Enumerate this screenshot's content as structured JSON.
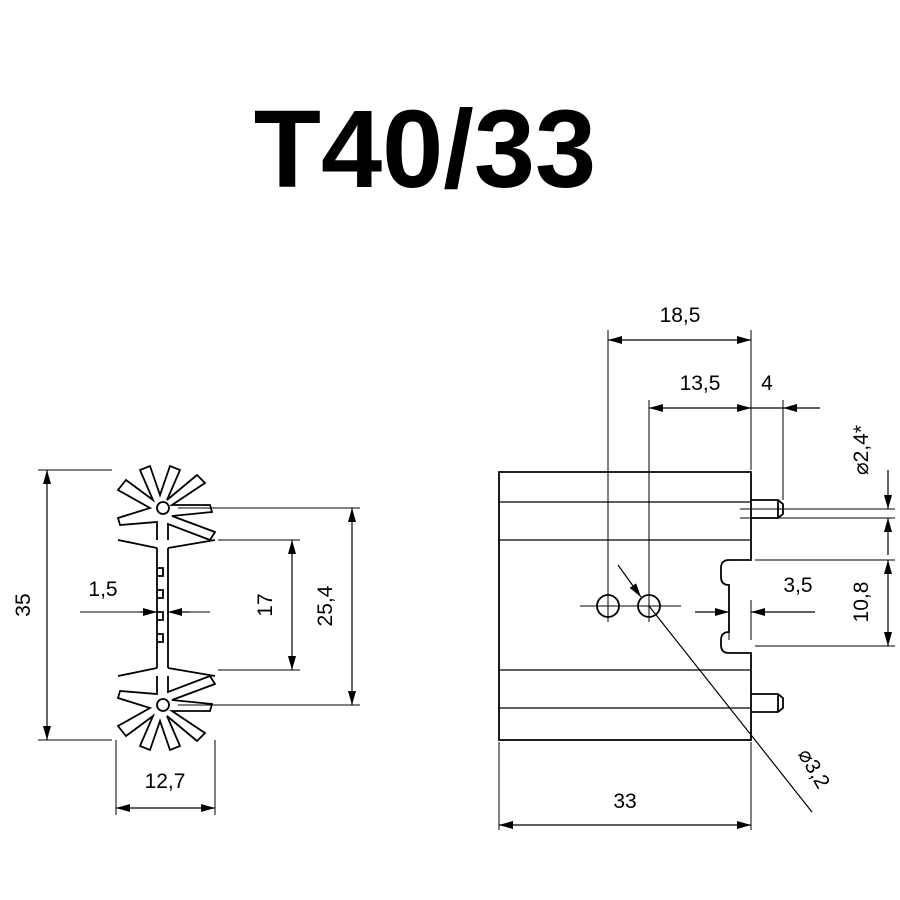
{
  "title": "T40/33",
  "dimensions": {
    "height_total": "35",
    "wall_thickness": "1,5",
    "inner_height": "17",
    "hole_spacing": "25,4",
    "base_width": "12,7",
    "dist_18_5": "18,5",
    "dist_13_5": "13,5",
    "pin_offset": "4",
    "pin_diameter": "⌀2,4*",
    "slot_depth": "3,5",
    "slot_height": "10,8",
    "hole_diameter": "⌀3,2",
    "length": "33"
  }
}
